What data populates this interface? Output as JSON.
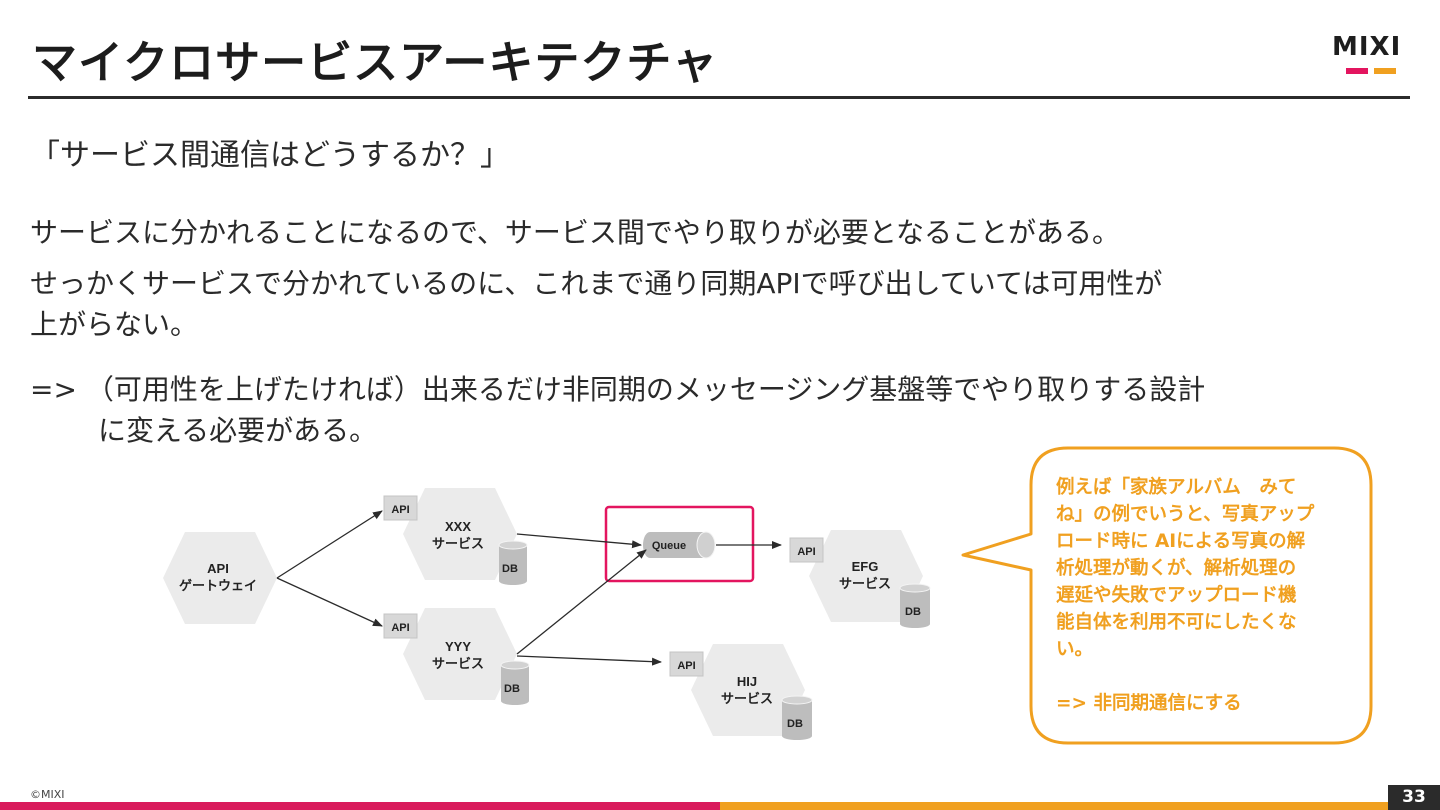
{
  "slide": {
    "title": "マイクロサービスアーキテクチャ",
    "subheading": "「サービス間通信はどうするか？」",
    "paragraph1": "サービスに分かれることになるので、サービス間でやり取りが必要となることがある。",
    "paragraph2_line1": "せっかくサービスで分かれているのに、これまで通り同期APIで呼び出していては可用性が",
    "paragraph2_line2": "上がらない。",
    "paragraph3_line1": "=> （可用性を上げたければ）出来るだけ非同期のメッセージング基盤等でやり取りする設計",
    "paragraph3_line2": "に変える必要がある。",
    "copyright": "©MIXI",
    "page_number": "33"
  },
  "logo": {
    "text": "MIXI",
    "colors": [
      "#e3155f",
      "#f0a020"
    ]
  },
  "diagram": {
    "gateway_line1": "API",
    "gateway_line2": "ゲートウェイ",
    "api_label": "API",
    "db_label": "DB",
    "queue_label": "Queue",
    "services": [
      {
        "name": "XXX",
        "suffix": "サービス"
      },
      {
        "name": "YYY",
        "suffix": "サービス"
      },
      {
        "name": "EFG",
        "suffix": "サービス"
      },
      {
        "name": "HIJ",
        "suffix": "サービス"
      }
    ],
    "highlight_color": "#e3155f"
  },
  "callout": {
    "lines": [
      "例えば「家族アルバム　みて",
      "ね」の例でいうと、写真アップ",
      "ロード時に AIによる写真の解",
      "析処理が動くが、解析処理の",
      "遅延や失敗でアップロード機",
      "能自体を利用不可にしたくな",
      "い。"
    ],
    "conclusion": "=> 非同期通信にする",
    "color": "#f0a020"
  }
}
